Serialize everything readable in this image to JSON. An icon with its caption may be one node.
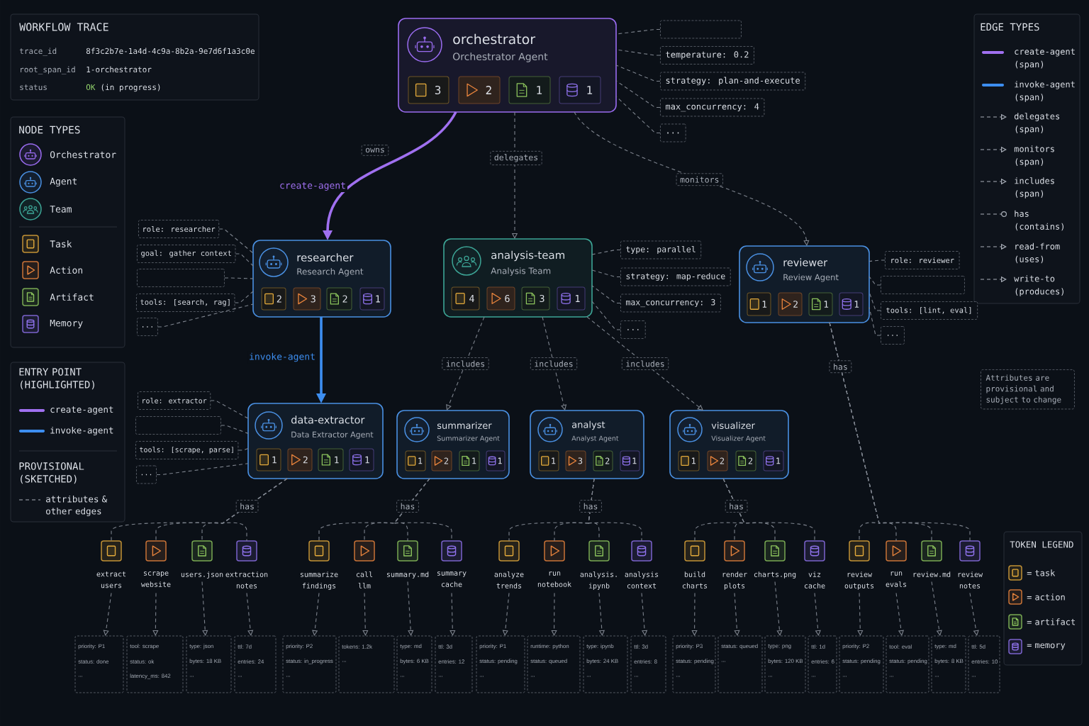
{
  "diagram": {
    "nodes": [
      {
        "text": [
          "WORKFLOW TRACE",
          "trace_id",
          "8f3c2b7e-1a4d-4c9a-8b2a-9e7d6f1a3c0e",
          "root_span_id",
          "1-orchestrator",
          "status",
          "OK",
          "(in progress)"
        ]
      },
      {
        "text": [
          "NODE TYPES"
        ]
      },
      {
        "text": [
          "ENTRY POINT (HIGHLIGHTED)",
          "PROVISIONAL (SKETCHED)"
        ]
      },
      {
        "text": [
          "EDGE TYPES"
        ]
      },
      {
        "text": [
          "TOKEN LEGEND"
        ]
      },
      {
        "text": [
          "Attributes are provisional and subject to change"
        ]
      },
      {
        "text": [
          "orchestrator",
          "Orchestrator Agent"
        ]
      },
      {
        "text": [
          "3"
        ],
        "in": 6
      },
      {
        "text": [
          "2"
        ],
        "in": 6
      },
      {
        "text": [
          "1"
        ],
        "in": 6
      },
      {
        "text": [
          "1"
        ],
        "in": 6
      },
      {
        "text": [],
        "shape": "box"
      },
      {
        "text": [
          "temperature: 0.2"
        ]
      },
      {
        "text": [
          "strategy: plan-and-execute"
        ]
      },
      {
        "text": [
          "max_concurrency: 4"
        ]
      },
      {
        "text": [
          "..."
        ]
      },
      {
        "text": [
          "researcher",
          "Research Agent"
        ]
      },
      {
        "text": [
          "2"
        ],
        "in": 16
      },
      {
        "text": [
          "3"
        ],
        "in": 16
      },
      {
        "text": [
          "2"
        ],
        "in": 16
      },
      {
        "text": [
          "1"
        ],
        "in": 16
      },
      {
        "text": [
          "role: researcher"
        ]
      },
      {
        "text": [
          "goal: gather context"
        ]
      },
      {
        "text": [],
        "shape": "box"
      },
      {
        "text": [
          "tools: [search, rag]"
        ]
      },
      {
        "text": [
          "..."
        ]
      },
      {
        "text": [
          "analysis-team",
          "Analysis Team"
        ]
      },
      {
        "text": [
          "4"
        ],
        "in": 26
      },
      {
        "text": [
          "6"
        ],
        "in": 26
      },
      {
        "text": [
          "3"
        ],
        "in": 26
      },
      {
        "text": [
          "1"
        ],
        "in": 26
      },
      {
        "text": [
          "type: parallel"
        ]
      },
      {
        "text": [
          "strategy: map-reduce"
        ]
      },
      {
        "text": [
          "max_concurrency: 3"
        ]
      },
      {
        "text": [
          "..."
        ]
      },
      {
        "text": [
          "reviewer",
          "Review Agent"
        ]
      },
      {
        "text": [
          "1"
        ],
        "in": 35
      },
      {
        "text": [
          "2"
        ],
        "in": 35
      },
      {
        "text": [
          "1"
        ],
        "in": 35
      },
      {
        "text": [
          "1"
        ],
        "in": 35
      },
      {
        "text": [
          "role: reviewer"
        ]
      },
      {
        "text": [],
        "shape": "box"
      },
      {
        "text": [
          "tools: [lint, eval]"
        ]
      },
      {
        "text": [
          "..."
        ]
      },
      {
        "text": [
          "data-extractor",
          "Data Extractor Agent"
        ]
      },
      {
        "text": [
          "1"
        ],
        "in": 44
      },
      {
        "text": [
          "2"
        ],
        "in": 44
      },
      {
        "text": [
          "1"
        ],
        "in": 44
      },
      {
        "text": [
          "1"
        ],
        "in": 44
      },
      {
        "text": [
          "role: extractor"
        ]
      },
      {
        "text": [],
        "shape": "box"
      },
      {
        "text": [
          "tools: [scrape, parse]"
        ]
      },
      {
        "text": [
          "..."
        ]
      },
      {
        "text": [
          "summarizer",
          "Summarizer Agent"
        ]
      },
      {
        "text": [
          "1"
        ],
        "in": 53
      },
      {
        "text": [
          "2"
        ],
        "in": 53
      },
      {
        "text": [
          "1"
        ],
        "in": 53
      },
      {
        "text": [
          "1"
        ],
        "in": 53
      },
      {
        "text": [
          "analyst",
          "Analyst Agent"
        ]
      },
      {
        "text": [
          "1"
        ],
        "in": 58
      },
      {
        "text": [
          "3"
        ],
        "in": 58
      },
      {
        "text": [
          "2"
        ],
        "in": 58
      },
      {
        "text": [
          "1"
        ],
        "in": 58
      },
      {
        "text": [
          "visualizer",
          "Visualizer Agent"
        ]
      },
      {
        "text": [
          "1"
        ],
        "in": 63
      },
      {
        "text": [
          "2"
        ],
        "in": 63
      },
      {
        "text": [
          "2"
        ],
        "in": 63
      },
      {
        "text": [
          "1"
        ],
        "in": 63
      },
      {
        "text": [
          "extract users"
        ]
      },
      {
        "text": [
          "scrape website"
        ]
      },
      {
        "text": [
          "users.json"
        ]
      },
      {
        "text": [
          "extraction notes"
        ]
      },
      {
        "text": [
          "summarize findings"
        ]
      },
      {
        "text": [
          "call llm"
        ]
      },
      {
        "text": [
          "summary.md"
        ]
      },
      {
        "text": [
          "summary cache"
        ]
      },
      {
        "text": [
          "analyze trends"
        ]
      },
      {
        "text": [
          "run notebook"
        ]
      },
      {
        "text": [
          "analysis. ipynb"
        ]
      },
      {
        "text": [
          "analysis context"
        ]
      },
      {
        "text": [
          "build charts"
        ]
      },
      {
        "text": [
          "render plots"
        ]
      },
      {
        "text": [
          "charts.png"
        ]
      },
      {
        "text": [
          "viz cache"
        ]
      },
      {
        "text": [
          "review outputs"
        ]
      },
      {
        "text": [
          "run evals"
        ]
      },
      {
        "text": [
          "review.md"
        ]
      },
      {
        "text": [
          "review notes"
        ]
      },
      {
        "text": [
          "priority: P1",
          "status: done",
          "..."
        ]
      },
      {
        "text": [
          "tool: scrape",
          "status: ok",
          "latency_ms: 842"
        ]
      },
      {
        "text": [
          "type: json",
          "bytes: 18 KB",
          "..."
        ]
      },
      {
        "text": [
          "ttl: 7d",
          "entries: 24",
          "..."
        ]
      },
      {
        "text": [
          "priority: P2",
          "status: in_progress",
          "..."
        ]
      },
      {
        "text": [
          "tokens: 1.2k",
          "..."
        ]
      },
      {
        "text": [
          "type: md",
          "bytes: 6 KB",
          "..."
        ]
      },
      {
        "text": [
          "ttl: 3d",
          "entries: 12",
          "..."
        ]
      },
      {
        "text": [
          "priority: P1",
          "status: pending",
          "..."
        ]
      },
      {
        "text": [
          "runtime: python",
          "status: queued",
          "..."
        ]
      },
      {
        "text": [
          "type: ipynb",
          "bytes: 24 KB",
          "..."
        ]
      },
      {
        "text": [
          "ttl: 3d",
          "entries: 8",
          "..."
        ]
      },
      {
        "text": [
          "priority: P3",
          "status: pending",
          "..."
        ]
      },
      {
        "text": [
          "status: queued",
          "..."
        ]
      },
      {
        "text": [
          "type: png",
          "bytes: 120 KB",
          "..."
        ]
      },
      {
        "text": [
          "ttl: 1d",
          "entries: 6",
          "..."
        ]
      },
      {
        "text": [
          "priority: P2",
          "status: pending",
          "..."
        ]
      },
      {
        "text": [
          "tool: eval",
          "status: pending",
          "..."
        ]
      },
      {
        "text": [
          "type: md",
          "bytes: 8 KB",
          "..."
        ]
      },
      {
        "text": [
          "ttl: 5d",
          "entries: 10",
          "..."
        ]
      }
    ],
    "edges": [
      {
        "from": 6,
        "to": 16,
        "arrow": "to",
        "label": "create-agent",
        "style": "thick",
        "color": "#a070f0"
      },
      {
        "from": 16,
        "to": 44,
        "arrow": "to",
        "label": "invoke-agent",
        "style": "thick",
        "color": "#3d8ef0"
      },
      {
        "from": 6,
        "to": 26,
        "arrow": "to",
        "label": "delegates",
        "style": "dashed"
      },
      {
        "from": 6,
        "to": 35,
        "arrow": "to",
        "label": "monitors",
        "style": "dashed"
      },
      {
        "from": 26,
        "to": 53,
        "arrow": "to",
        "label": "includes",
        "style": "dashed"
      },
      {
        "from": 26,
        "to": 58,
        "arrow": "to",
        "label": "includes",
        "style": "dashed"
      },
      {
        "from": 26,
        "to": 63,
        "arrow": "to",
        "label": "includes",
        "style": "dashed"
      },
      {
        "from": 44,
        "to": 68,
        "arrow": "none",
        "label": "has",
        "style": "dashed"
      },
      {
        "from": 44,
        "to": 69,
        "arrow": "none",
        "style": "dashed"
      },
      {
        "from": 44,
        "to": 70,
        "arrow": "none",
        "style": "dashed"
      },
      {
        "from": 44,
        "to": 71,
        "arrow": "none",
        "style": "dashed"
      },
      {
        "from": 53,
        "to": 72,
        "arrow": "none",
        "label": "has",
        "style": "dashed"
      },
      {
        "from": 53,
        "to": 73,
        "arrow": "none",
        "style": "dashed"
      },
      {
        "from": 53,
        "to": 74,
        "arrow": "none",
        "style": "dashed"
      },
      {
        "from": 53,
        "to": 75,
        "arrow": "none",
        "style": "dashed"
      },
      {
        "from": 58,
        "to": 76,
        "arrow": "none",
        "label": "has",
        "style": "dashed"
      },
      {
        "from": 58,
        "to": 77,
        "arrow": "none",
        "style": "dashed"
      },
      {
        "from": 58,
        "to": 78,
        "arrow": "none",
        "style": "dashed"
      },
      {
        "from": 58,
        "to": 79,
        "arrow": "none",
        "style": "dashed"
      },
      {
        "from": 63,
        "to": 80,
        "arrow": "none",
        "label": "has",
        "style": "dashed"
      },
      {
        "from": 63,
        "to": 81,
        "arrow": "none",
        "style": "dashed"
      },
      {
        "from": 63,
        "to": 82,
        "arrow": "none",
        "style": "dashed"
      },
      {
        "from": 63,
        "to": 83,
        "arrow": "none",
        "style": "dashed"
      },
      {
        "from": 35,
        "to": 84,
        "arrow": "none",
        "label": "has",
        "style": "dashed"
      },
      {
        "from": 35,
        "to": 85,
        "arrow": "none",
        "style": "dashed"
      },
      {
        "from": 35,
        "to": 86,
        "arrow": "none",
        "style": "dashed"
      },
      {
        "from": 35,
        "to": 87,
        "arrow": "none",
        "style": "dashed"
      },
      {
        "from": 68,
        "to": 88,
        "arrow": "to",
        "style": "dashed"
      },
      {
        "from": 69,
        "to": 89,
        "arrow": "to",
        "style": "dashed"
      },
      {
        "from": 70,
        "to": 90,
        "arrow": "to",
        "style": "dashed"
      },
      {
        "from": 71,
        "to": 91,
        "arrow": "to",
        "style": "dashed"
      },
      {
        "from": 72,
        "to": 92,
        "arrow": "to",
        "style": "dashed"
      },
      {
        "from": 73,
        "to": 93,
        "arrow": "to",
        "style": "dashed"
      },
      {
        "from": 74,
        "to": 94,
        "arrow": "to",
        "style": "dashed"
      },
      {
        "from": 75,
        "to": 95,
        "arrow": "to",
        "style": "dashed"
      },
      {
        "from": 76,
        "to": 96,
        "arrow": "to",
        "style": "dashed"
      },
      {
        "from": 77,
        "to": 97,
        "arrow": "to",
        "style": "dashed"
      },
      {
        "from": 78,
        "to": 98,
        "arrow": "to",
        "style": "dashed"
      },
      {
        "from": 79,
        "to": 99,
        "arrow": "to",
        "style": "dashed"
      },
      {
        "from": 80,
        "to": 100,
        "arrow": "to",
        "style": "dashed"
      },
      {
        "from": 81,
        "to": 101,
        "arrow": "to",
        "style": "dashed"
      },
      {
        "from": 82,
        "to": 102,
        "arrow": "to",
        "style": "dashed"
      },
      {
        "from": 83,
        "to": 103,
        "arrow": "to",
        "style": "dashed"
      },
      {
        "from": 84,
        "to": 104,
        "arrow": "to",
        "style": "dashed"
      },
      {
        "from": 85,
        "to": 105,
        "arrow": "to",
        "style": "dashed"
      },
      {
        "from": 86,
        "to": 106,
        "arrow": "to",
        "style": "dashed"
      },
      {
        "from": 87,
        "to": 107,
        "arrow": "to",
        "style": "dashed"
      },
      {
        "from": 11,
        "to": 6,
        "arrow": "none",
        "style": "dashed"
      },
      {
        "from": 12,
        "to": 6,
        "arrow": "none",
        "style": "dashed"
      },
      {
        "from": 13,
        "to": 6,
        "arrow": "none",
        "style": "dashed"
      },
      {
        "from": 14,
        "to": 6,
        "arrow": "none",
        "style": "dashed"
      },
      {
        "from": 15,
        "to": 6,
        "arrow": "none",
        "style": "dashed"
      },
      {
        "from": 21,
        "to": 16,
        "arrow": "none",
        "style": "dashed"
      },
      {
        "from": 22,
        "to": 16,
        "arrow": "none",
        "style": "dashed"
      },
      {
        "from": 23,
        "to": 16,
        "arrow": "none",
        "style": "dashed"
      },
      {
        "from": 24,
        "to": 16,
        "arrow": "none",
        "style": "dashed"
      },
      {
        "from": 25,
        "to": 16,
        "arrow": "none",
        "style": "dashed"
      },
      {
        "from": 31,
        "to": 26,
        "arrow": "none",
        "style": "dashed"
      },
      {
        "from": 32,
        "to": 26,
        "arrow": "none",
        "style": "dashed"
      },
      {
        "from": 33,
        "to": 26,
        "arrow": "none",
        "style": "dashed"
      },
      {
        "from": 34,
        "to": 26,
        "arrow": "none",
        "style": "dashed"
      },
      {
        "from": 40,
        "to": 35,
        "arrow": "none",
        "style": "dashed"
      },
      {
        "from": 41,
        "to": 35,
        "arrow": "none",
        "style": "dashed"
      },
      {
        "from": 42,
        "to": 35,
        "arrow": "none",
        "style": "dashed"
      },
      {
        "from": 43,
        "to": 35,
        "arrow": "none",
        "style": "dashed"
      },
      {
        "from": 49,
        "to": 44,
        "arrow": "none",
        "style": "dashed"
      },
      {
        "from": 50,
        "to": 44,
        "arrow": "none",
        "style": "dashed"
      },
      {
        "from": 51,
        "to": 44,
        "arrow": "none",
        "style": "dashed"
      },
      {
        "from": 52,
        "to": 44,
        "arrow": "none",
        "style": "dashed"
      }
    ],
    "labels": [
      "owns"
    ],
    "legend": [
      {
        "text": "Orchestrator"
      },
      {
        "text": "Agent"
      },
      {
        "text": "Team"
      },
      {
        "text": "Task"
      },
      {
        "text": "Action"
      },
      {
        "text": "Artifact"
      },
      {
        "text": "Memory"
      },
      {
        "text": "create-agent",
        "color": "#a070f0"
      },
      {
        "text": "invoke-agent",
        "color": "#3d8ef0"
      },
      {
        "text": "attributes & other edges"
      },
      {
        "text": "create-agent (span)",
        "color": "#a070f0"
      },
      {
        "text": "invoke-agent (span)",
        "color": "#3d8ef0"
      },
      {
        "text": "delegates (span)"
      },
      {
        "text": "monitors (span)"
      },
      {
        "text": "includes (span)"
      },
      {
        "text": "has (contains)"
      },
      {
        "text": "read-from (uses)"
      },
      {
        "text": "write-to (produces)"
      },
      {
        "text": "= task"
      },
      {
        "text": "= action"
      },
      {
        "text": "= artifact"
      },
      {
        "text": "= memory"
      }
    ]
  }
}
